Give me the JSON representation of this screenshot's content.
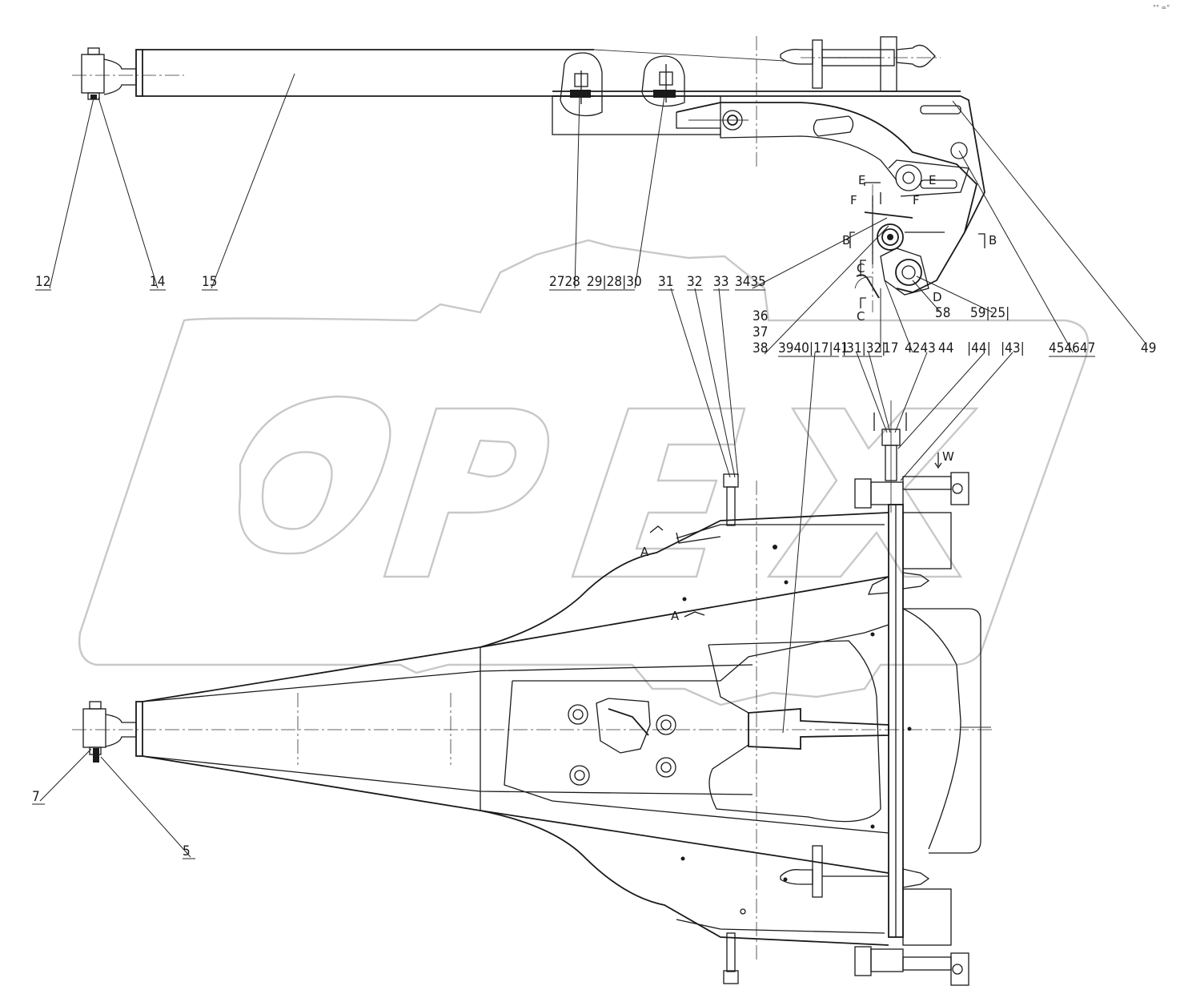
{
  "corner_mark": "°° ∞°",
  "part_callouts": [
    {
      "id": "12",
      "label": "12"
    },
    {
      "id": "14",
      "label": "14"
    },
    {
      "id": "15",
      "label": "15"
    },
    {
      "id": "27-28",
      "label": "2728"
    },
    {
      "id": "29-28-30",
      "label": "29|28|30"
    },
    {
      "id": "31",
      "label": "31"
    },
    {
      "id": "32",
      "label": "32"
    },
    {
      "id": "33",
      "label": "33"
    },
    {
      "id": "34-35",
      "label": "3435"
    },
    {
      "id": "36",
      "label": "36"
    },
    {
      "id": "37",
      "label": "37"
    },
    {
      "id": "38",
      "label": "38"
    },
    {
      "id": "39-40-17-41",
      "label": "3940|17|41"
    },
    {
      "id": "31-32",
      "label": "|31|32|"
    },
    {
      "id": "17b",
      "label": "17"
    },
    {
      "id": "42-43",
      "label": "4243"
    },
    {
      "id": "44",
      "label": "44"
    },
    {
      "id": "44b",
      "label": "|44|"
    },
    {
      "id": "43",
      "label": "|43|"
    },
    {
      "id": "45-46-47",
      "label": "454647"
    },
    {
      "id": "49",
      "label": "49"
    },
    {
      "id": "58",
      "label": "58"
    },
    {
      "id": "59-25",
      "label": "59|25|"
    },
    {
      "id": "7",
      "label": "7"
    },
    {
      "id": "5",
      "label": "5"
    }
  ],
  "section_marks": {
    "A_upper": "A",
    "A_lower": "A",
    "B_left": "B",
    "B_right": "B",
    "C_upper": "C",
    "C_lower": "C",
    "D": "D",
    "E_left": "E",
    "E_right": "E",
    "F_left": "F",
    "F_right": "F",
    "W": "W"
  }
}
